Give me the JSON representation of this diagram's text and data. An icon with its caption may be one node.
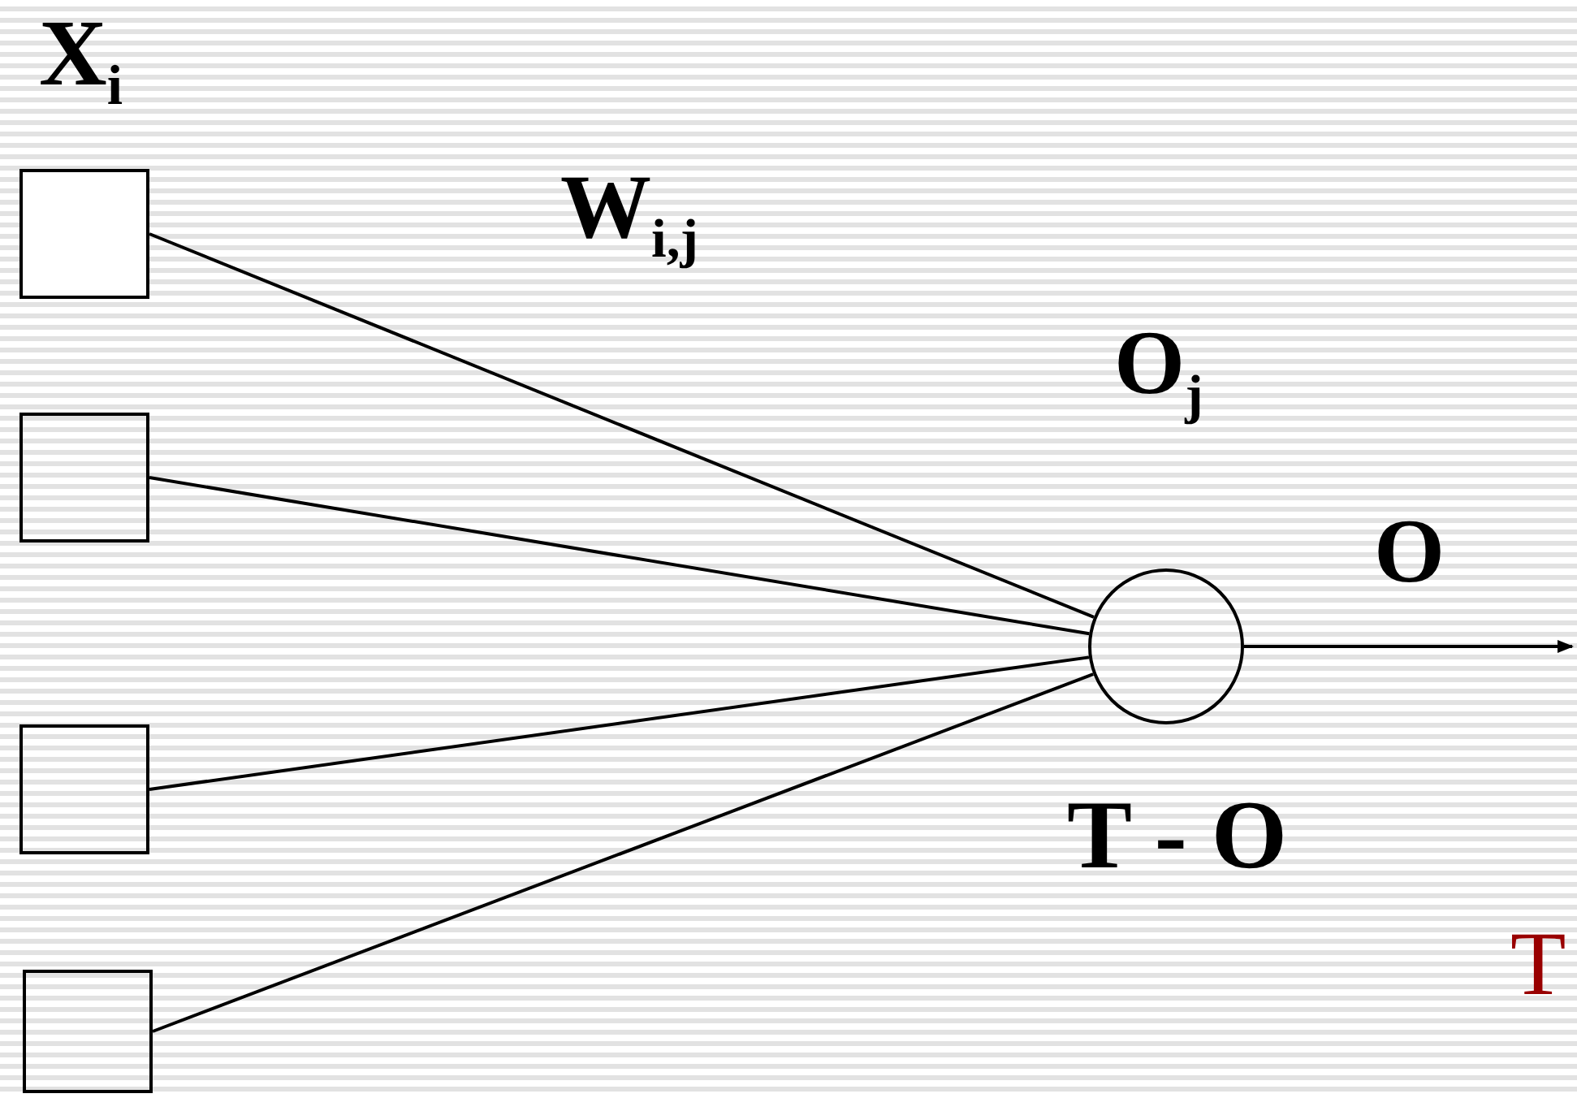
{
  "diagram": {
    "nodes": [
      {
        "text": [],
        "shape": "box"
      },
      {
        "text": [],
        "shape": "box"
      },
      {
        "text": [],
        "shape": "box"
      },
      {
        "text": [],
        "shape": "box"
      },
      {
        "text": [],
        "shape": "circle"
      }
    ],
    "edges": [
      {
        "from": 0,
        "to": 4,
        "arrow": "none"
      },
      {
        "from": 1,
        "to": 4,
        "arrow": "none"
      },
      {
        "from": 2,
        "to": 4,
        "arrow": "none"
      },
      {
        "from": 3,
        "to": 4,
        "arrow": "none"
      },
      {
        "from": 4,
        "to": null,
        "arrow": "to"
      }
    ],
    "labels": [
      "X$_{i}$",
      "W$_{i,j}$",
      "O$_{j}$",
      "O",
      "T - O",
      "T"
    ]
  }
}
